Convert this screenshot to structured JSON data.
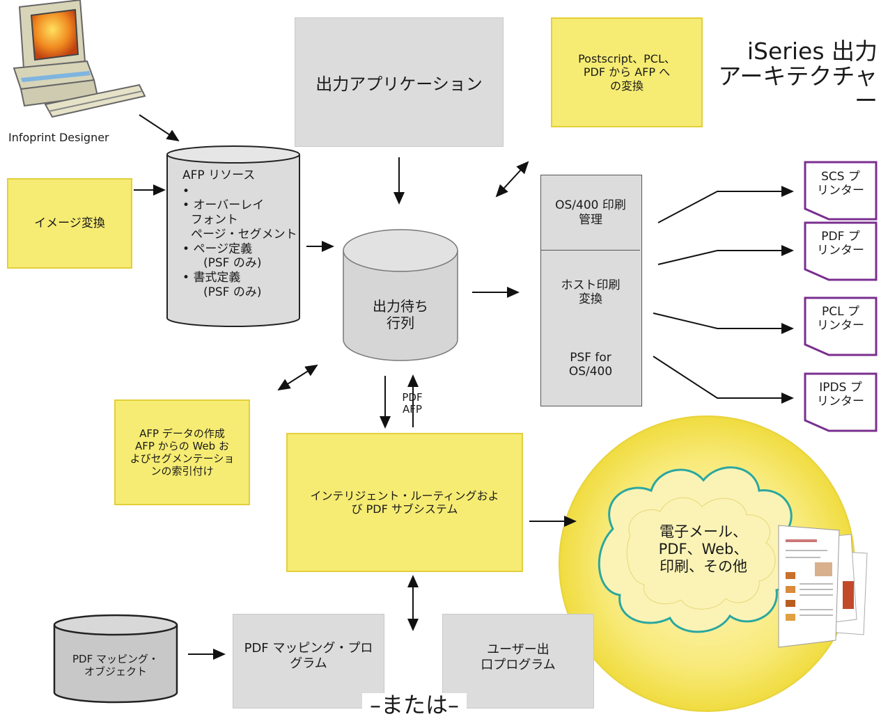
{
  "title": {
    "line1": "iSeries 出力",
    "line2": "アーキテクチャー"
  },
  "designer": {
    "label": "Infoprint Designer"
  },
  "image_conversion": {
    "label": "イメージ変換"
  },
  "afp_resources": {
    "title": "AFP リソース",
    "items": [
      "オーバーレイ",
      "フォント",
      "ページ・セグメント",
      "ページ定義",
      "(PSF のみ)",
      "書式定義",
      "(PSF のみ)"
    ]
  },
  "output_app": {
    "label": "出力アプリケーション"
  },
  "conversion_note": {
    "label": "Postscript、PCL、\nPDF から AFP へ\nの変換"
  },
  "output_queue": {
    "label": "出力待ち\n行列"
  },
  "os400": {
    "print_mgmt": "OS/400 印刷\n管理",
    "host_conversion": "ホスト印刷\n変換",
    "psf": "PSF for\nOS/400"
  },
  "printers": [
    "SCS プ\nリンター",
    "PDF プ\nリンター",
    "PCL プ\nリンター",
    "IPDS プ\nリンター"
  ],
  "afp_data": {
    "label": "AFP データの作成\nAFP からの Web お\nよびセグメンテーショ\nンの索引付け"
  },
  "pdf_afp_label": {
    "pdf": "PDF",
    "afp": "AFP"
  },
  "routing": {
    "label": "インテリジェント・ルーティングおよ\nび PDF サブシステム"
  },
  "outputs": {
    "label": "電子メール、\nPDF、Web、\n印刷、その他"
  },
  "pdf_mapping_object": {
    "label": "PDF マッピング・\nオブジェクト"
  },
  "pdf_mapping_program": {
    "label": "PDF マッピング・プロ\nグラム"
  },
  "user_exit": {
    "label": "ユーザー出\n口プログラム"
  },
  "or": {
    "label": "–または–"
  },
  "colors": {
    "gray": "#dcdcdc",
    "yellow": "#f6ec73",
    "printer_border": "#7a2f8f",
    "cloud_border": "#3ab0a8"
  }
}
